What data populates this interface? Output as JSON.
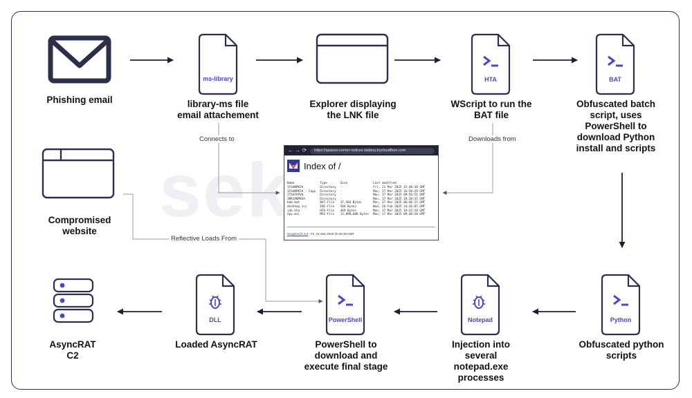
{
  "colors": {
    "accent": "#4b47c4",
    "ink": "#2b2f4a",
    "arrow": "#1b1f33",
    "connector": "#9a9a9a"
  },
  "nodes": {
    "phishing_email": {
      "label": "Phishing email",
      "icon": "envelope-icon"
    },
    "library_ms": {
      "label": "library-ms file\nemail attachement",
      "badge": "ms-library",
      "icon": "file-icon"
    },
    "explorer": {
      "label": "Explorer displaying\nthe LNK file",
      "icon": "window-icon"
    },
    "wscript": {
      "label": "WScript to run the\nBAT file",
      "badge": "HTA",
      "icon": "terminal-file-icon"
    },
    "bat_script": {
      "label": "Obfuscated batch\nscript, uses\nPowerShell to\ndownload Python\ninstall and scripts",
      "badge": "BAT",
      "icon": "terminal-file-icon"
    },
    "compromised_website": {
      "label": "Compromised\nwebsite",
      "icon": "window-icon"
    },
    "python_scripts": {
      "label": "Obfuscated python\nscripts",
      "badge": "Python",
      "icon": "terminal-file-icon"
    },
    "notepad_injection": {
      "label": "Injection into\nseveral\nnotepad.exe\nprocesses",
      "badge": "Notepad",
      "icon": "bug-file-icon"
    },
    "powershell_final": {
      "label": "PowerShell to\ndownload and\nexecute final stage",
      "badge": "PowerShell",
      "icon": "terminal-file-icon"
    },
    "loaded_asyncrat": {
      "label": "Loaded AsyncRAT",
      "badge": "DLL",
      "icon": "bug-file-icon"
    },
    "asyncrat_c2": {
      "label": "AsyncRAT\nC2",
      "icon": "server-icon"
    }
  },
  "connectors": {
    "connects_to": "Connects to",
    "downloads_from": "Downloads from",
    "reflective_loads_from": "Reflective Loads From"
  },
  "browser": {
    "nav": "← → ⟳",
    "url": "https://spaces-corner-notices-battery.trycloudflare.com",
    "title": "Index of /",
    "headers": [
      "Name",
      "Type",
      "Size",
      "Last modified"
    ],
    "rows": [
      [
        "1FSANPK5A",
        "Directory",
        "-",
        "Fri, 21 Mar 2025 15:40:30 GMT"
      ],
      [
        "1FSANPK5A - Copy",
        "Directory",
        "-",
        "Mon, 17 Mar 2025 16:58:29 GMT"
      ],
      [
        "2TSAFVPVA",
        "Directory",
        "-",
        "Mon, 17 Mar 2025 09:56:51 GMT"
      ],
      [
        "3RRJANPK5A",
        "Directory",
        "-",
        "Mon, 17 Mar 2025 19:20:35 GMT"
      ],
      [
        "bab.bat",
        "BAT-File",
        "37,366 Bytes",
        "Mon, 17 Mar 2025 06:46:15 GMT"
      ],
      [
        "desktop.ini",
        "INI-File",
        "504 Bytes",
        "Wed, 26 Feb 2025 14:36:07 GMT"
      ],
      [
        "jab.hta",
        "HTA-File",
        "469 Bytes",
        "Mon, 17 Mar 2025 19:22:10 GMT"
      ],
      [
        "opy.msi",
        "MSI-File",
        "13,890,688 Bytes",
        "Mon, 17 Mar 2025 09:48:28 GMT"
      ]
    ],
    "footer_link": "WsgiDAV/4.3.0",
    "footer_text": " - Fri, 21 Mar 2025 15:40:35 GMT"
  },
  "watermark": "sekoia"
}
